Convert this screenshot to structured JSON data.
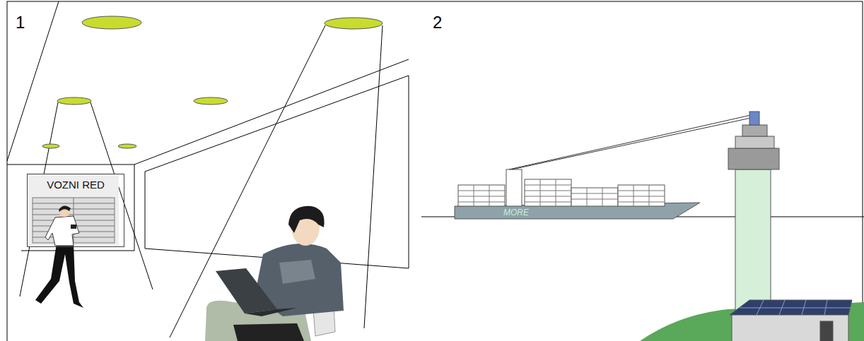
{
  "diagram": {
    "nodes": [
      {
        "text": [
          "VOZNI RED"
        ]
      }
    ],
    "labels": [
      "1",
      "2",
      "MORE"
    ]
  }
}
